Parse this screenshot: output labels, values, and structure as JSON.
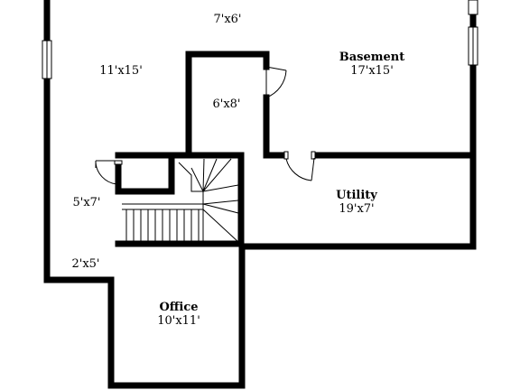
{
  "rooms": {
    "top_closet": {
      "dims": "7'x6'"
    },
    "left_room": {
      "dims": "11'x15'"
    },
    "basement": {
      "name": "Basement",
      "dims": "17'x15'"
    },
    "center_room": {
      "dims": "6'x8'"
    },
    "stair_room": {
      "dims": "5'x7'"
    },
    "utility": {
      "name": "Utility",
      "dims": "19'x7'"
    },
    "hall": {
      "dims": "2'x5'"
    },
    "office": {
      "name": "Office",
      "dims": "10'x11'"
    }
  }
}
